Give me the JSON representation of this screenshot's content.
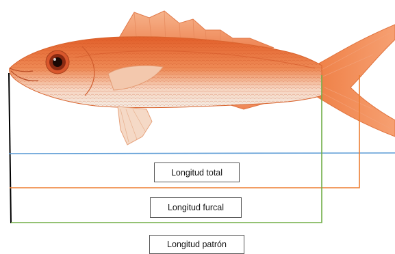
{
  "figure": {
    "subject": "fish-illustration",
    "colors": {
      "total_length_line": "#5b9bd5",
      "fork_length_line": "#ed7d31",
      "standard_length_line": "#70ad47",
      "origin_line": "#000000",
      "fish_body": "#e8743f",
      "fish_belly": "#f4ece4"
    }
  },
  "labels": {
    "total_length": "Longitud total",
    "fork_length": "Longitud furcal",
    "standard_length": "Longitud patrón"
  }
}
